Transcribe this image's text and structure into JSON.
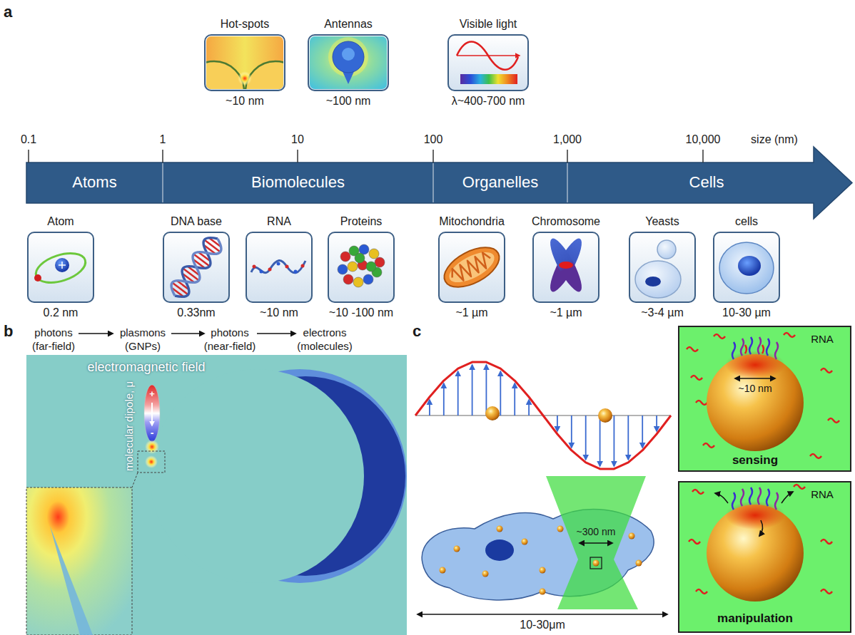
{
  "diagram": {
    "nodes": [
      {
        "text": [
          "Hot-spots",
          "~10 nm"
        ]
      },
      {
        "text": [
          "Antennas",
          "~100 nm"
        ]
      },
      {
        "text": [
          "Visible light",
          "λ~400-700 nm"
        ]
      },
      {
        "text": [
          "Atoms"
        ]
      },
      {
        "text": [
          "Biomolecules"
        ]
      },
      {
        "text": [
          "Organelles"
        ]
      },
      {
        "text": [
          "Cells"
        ]
      },
      {
        "text": [
          "Atom",
          "0.2 nm"
        ]
      },
      {
        "text": [
          "DNA base",
          "0.33nm"
        ]
      },
      {
        "text": [
          "RNA",
          "~10 nm"
        ]
      },
      {
        "text": [
          "Proteins",
          "~10 -100 nm"
        ]
      },
      {
        "text": [
          "Mitochondria",
          "~1 µm"
        ]
      },
      {
        "text": [
          "Chromosome",
          "~1 µm"
        ]
      },
      {
        "text": [
          "Yeasts",
          "~3-4 µm"
        ]
      },
      {
        "text": [
          "cells",
          "10-30 µm"
        ]
      },
      {
        "text": [
          "RNA",
          "~10 nm",
          "sensing"
        ]
      },
      {
        "text": [
          "RNA",
          "manipulation"
        ]
      }
    ],
    "labels": [
      "a",
      "0.1",
      "1",
      "10",
      "100",
      "1,000",
      "10,000",
      "size (nm)",
      "b",
      "photons",
      "(far-field)",
      "plasmons",
      "(GNPs)",
      "photons",
      "(near-field)",
      "electrons",
      "(molecules)",
      "electromagnetic field",
      "molecular dipole, μ",
      "+",
      "-",
      "c",
      "~300 nm",
      "10-30μm"
    ]
  }
}
